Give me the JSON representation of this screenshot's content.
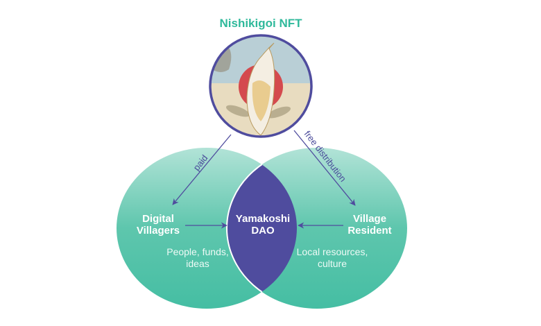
{
  "title": "Nishikigoi NFT",
  "nodes": {
    "left": {
      "line1": "Digital",
      "line2": "Villagers",
      "desc1": "People, funds,",
      "desc2": "ideas"
    },
    "center": {
      "line1": "Yamakoshi",
      "line2": "DAO"
    },
    "right": {
      "line1": "Village",
      "line2": "Resident",
      "desc1": "Local resources,",
      "desc2": "culture"
    }
  },
  "edges": {
    "paid": "paid",
    "free": "free distribution"
  },
  "colors": {
    "teal_light": "#a9dfd2",
    "teal": "#4bbfa5",
    "purple": "#4f4c9e",
    "title": "#2fb99b"
  }
}
